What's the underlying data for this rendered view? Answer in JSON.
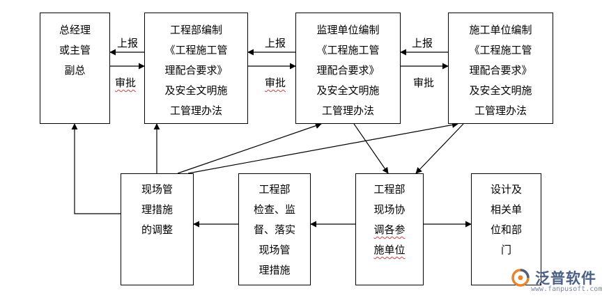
{
  "boxes": {
    "gm": [
      "总经理",
      "或主管",
      "副总"
    ],
    "eng_compile": [
      "工程部编制",
      "《工程施工管",
      "理配合要求》",
      "及安全文明施",
      "工管理办法"
    ],
    "sup_compile": [
      "监理单位编制",
      "《工程施工管",
      "理配合要求》",
      "及安全文明施",
      "工管理办法"
    ],
    "con_compile": [
      "施工单位编制",
      "《工程施工管",
      "理配合要求》",
      "及安全文明施",
      "工管理办法"
    ],
    "adjust": [
      "现场管",
      "理措施",
      "的调整"
    ],
    "inspect": [
      "工程部",
      "检查、监",
      "督、落实",
      "现场管",
      "理措施"
    ],
    "coordinate": [
      "工程部",
      "现场协",
      "调各参",
      "施单位"
    ],
    "design": [
      "设计及",
      "相关单",
      "位和部",
      "门"
    ]
  },
  "labels": {
    "report_1": "上报",
    "approve_1": "审批",
    "report_2": "上报",
    "approve_2": "审批",
    "report_3": "上报",
    "approve_3": "审批"
  },
  "logo": {
    "name": "泛普软件",
    "url": "www.fanpusoft.com"
  }
}
